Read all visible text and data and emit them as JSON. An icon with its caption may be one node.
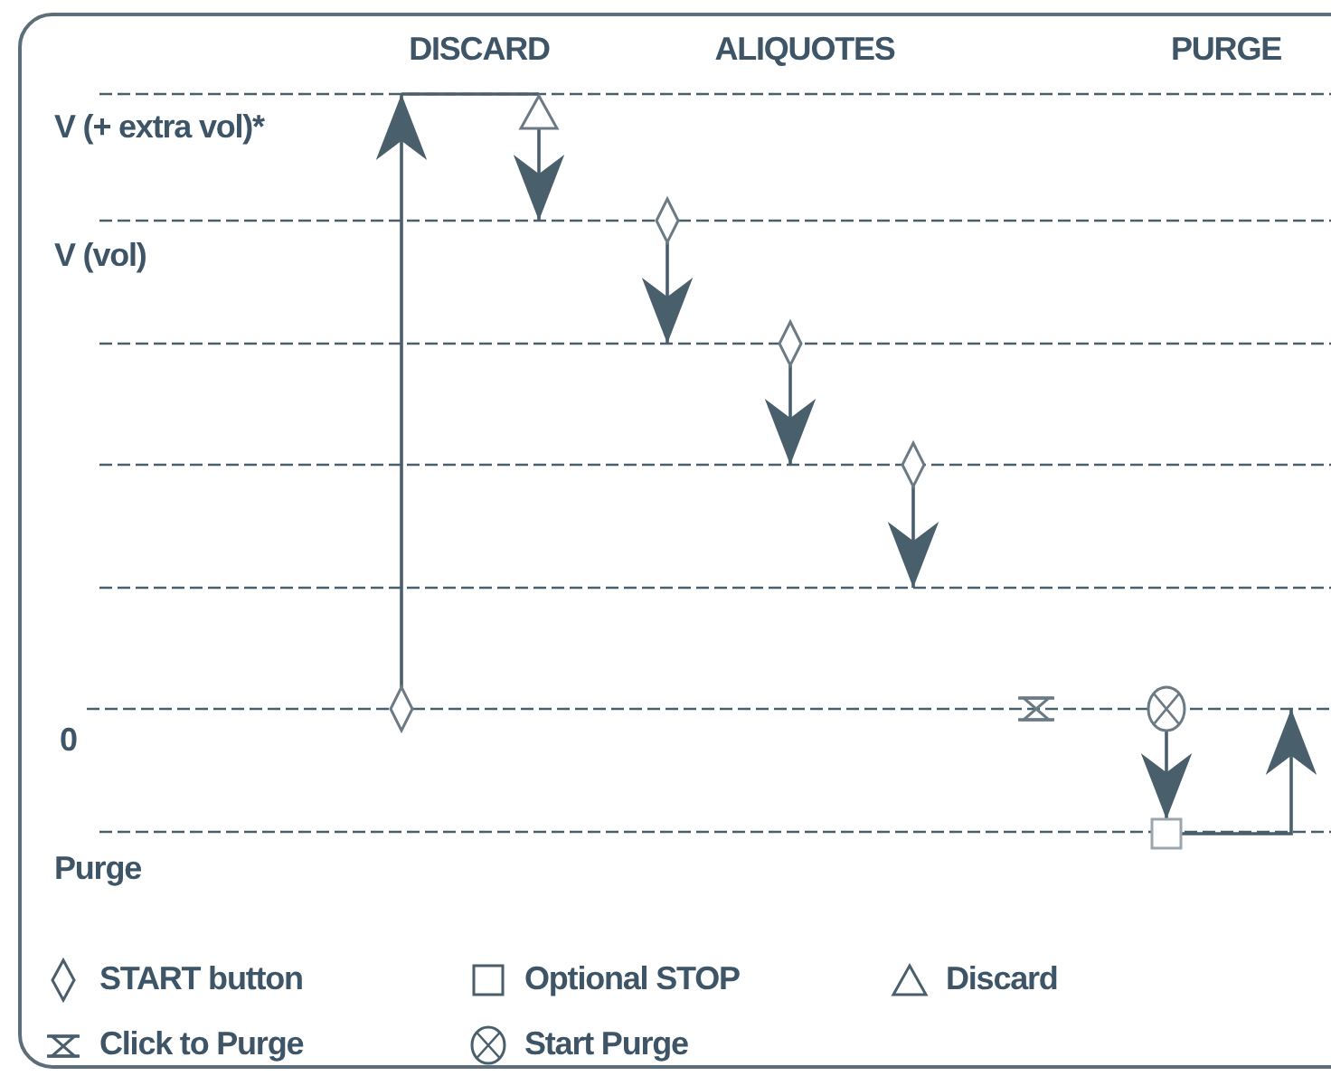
{
  "diagram": {
    "nodes": [
      {
        "text": [],
        "shape": "diamond"
      },
      {
        "text": [],
        "shape": "triangle"
      },
      {
        "text": [],
        "shape": "diamond"
      },
      {
        "text": [],
        "shape": "diamond"
      },
      {
        "text": [],
        "shape": "diamond"
      },
      {
        "text": [],
        "shape": "hourglass"
      },
      {
        "text": [],
        "shape": "circle"
      },
      {
        "text": [],
        "shape": "box"
      }
    ],
    "edges": [
      {
        "from": 0,
        "to": null,
        "arrow": "to"
      },
      {
        "from": null,
        "to": 1,
        "arrow": "none"
      },
      {
        "from": 1,
        "to": null,
        "arrow": "to"
      },
      {
        "from": 2,
        "to": null,
        "arrow": "to"
      },
      {
        "from": 3,
        "to": null,
        "arrow": "to"
      },
      {
        "from": 4,
        "to": null,
        "arrow": "to"
      },
      {
        "from": 6,
        "to": 7,
        "arrow": "to"
      },
      {
        "from": 7,
        "to": null,
        "arrow": "to"
      }
    ],
    "labels": [
      "DISCARD",
      "ALIQUOTES",
      "PURGE",
      "V (+ extra vol)*",
      "V (vol)",
      "0",
      "Purge"
    ],
    "legend": [
      {
        "text": "START button"
      },
      {
        "text": "Optional STOP"
      },
      {
        "text": "Discard"
      },
      {
        "text": "Click to Purge"
      },
      {
        "text": "Start Purge"
      }
    ]
  }
}
